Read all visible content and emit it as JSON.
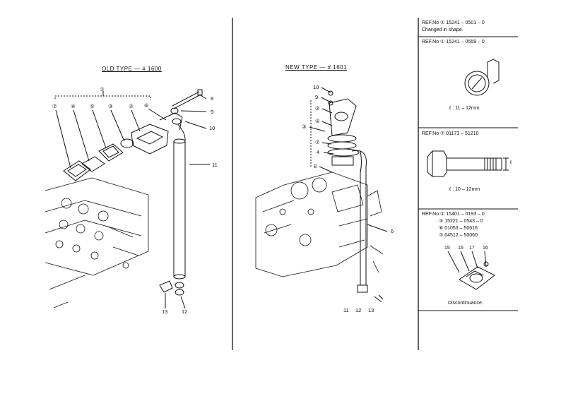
{
  "old_type": {
    "title": "OLD  TYPE  — # 1600",
    "callouts": {
      "c1": "①",
      "c7": "⑦",
      "c4": "④",
      "c5": "⑤",
      "c3": "③",
      "c2": "②",
      "c6": "⑥",
      "n8": "8",
      "n9": "9",
      "n10": "10",
      "n11": "11",
      "n13": "13",
      "n12": "12"
    }
  },
  "new_type": {
    "title": "NEW  TYPE  — # 1601",
    "callouts": {
      "n10": "10",
      "n9": "9",
      "c2": "②",
      "c5": "⑤",
      "c3": "③",
      "c7": "⑦",
      "n4": "4",
      "n8": "8",
      "n6": "6",
      "n11": "11",
      "n12": "12",
      "n13": "13"
    }
  },
  "ref_panels": {
    "p1": {
      "line1": "REF.No ① 15241 – 0501 – 0",
      "line2": "Changed in shape."
    },
    "p2": {
      "line1": "REF.No ① 15241 – 0559 – 0",
      "note": "ℓ : 11 – 12mm"
    },
    "p3": {
      "line1": "REF.No ⑦ 01173 – 51210",
      "dim": "ℓ",
      "note": "ℓ : 10 – 12mm"
    },
    "p4": {
      "line1": "REF.No ① 15401 – 0193 – 0",
      "line2": "③ 15221 – 0543 – 0",
      "line3": "⑥ 01053 – 50616",
      "line4": "⑦ 04512 – 50060",
      "labels": {
        "a": "15",
        "b": "16",
        "c": "17",
        "d": "16"
      },
      "note": "Discontinuance."
    }
  }
}
